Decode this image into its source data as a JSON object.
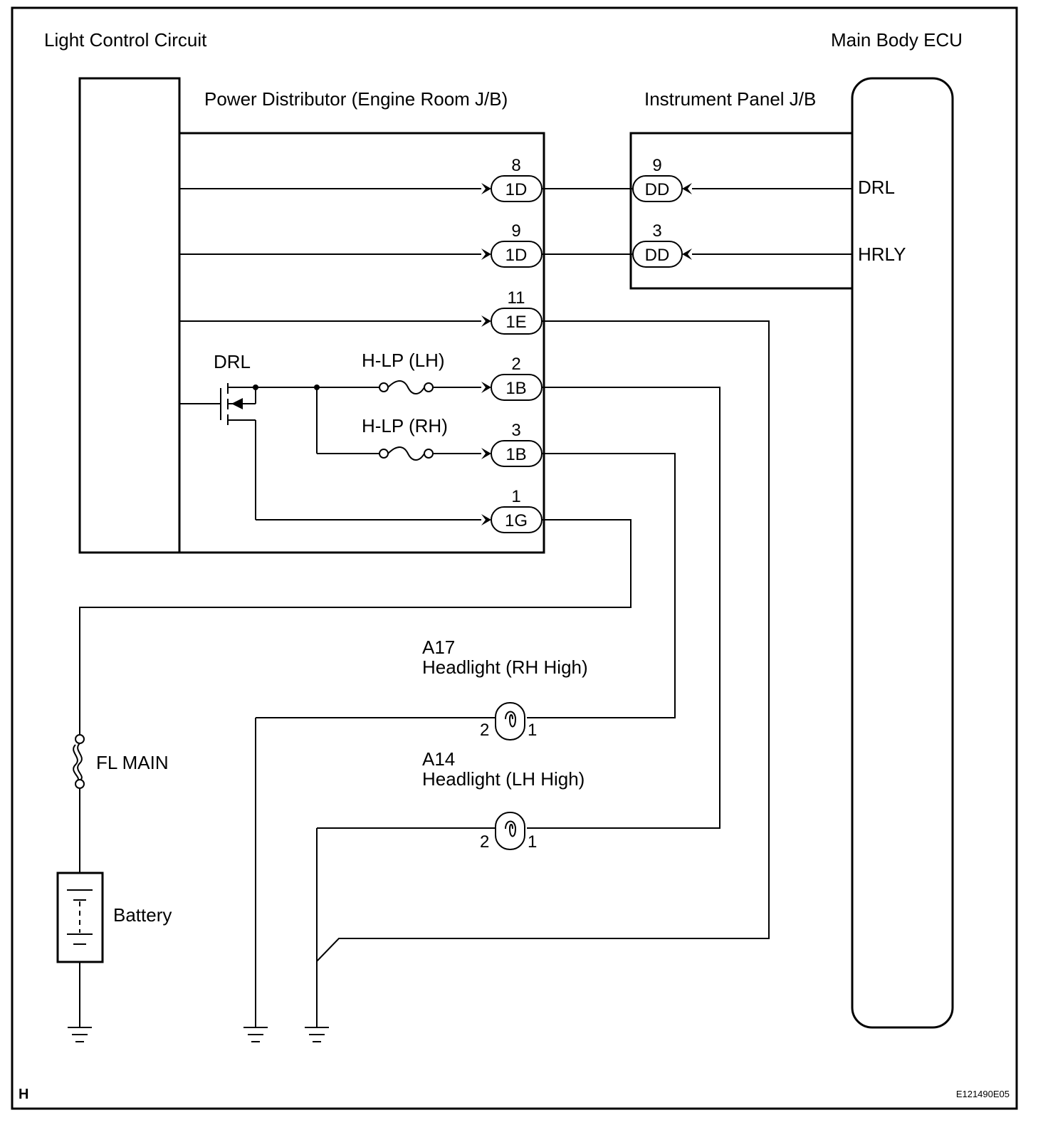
{
  "diagram": {
    "title": "Light Control Circuit",
    "ecu_label": "Main Body ECU",
    "power_distributor_label": "Power Distributor (Engine Room J/B)",
    "instrument_panel_label": "Instrument Panel J/B",
    "drl_relay_label": "DRL",
    "fuse_lh_label": "H-LP (LH)",
    "fuse_rh_label": "H-LP (RH)",
    "ecu_terminals": {
      "drl": "DRL",
      "hrly": "HRLY"
    },
    "pd_connectors": [
      {
        "pin": "8",
        "name": "1D"
      },
      {
        "pin": "9",
        "name": "1D"
      },
      {
        "pin": "11",
        "name": "1E"
      },
      {
        "pin": "2",
        "name": "1B"
      },
      {
        "pin": "3",
        "name": "1B"
      },
      {
        "pin": "1",
        "name": "1G"
      }
    ],
    "ip_connectors": [
      {
        "pin": "9",
        "name": "DD"
      },
      {
        "pin": "3",
        "name": "DD"
      }
    ],
    "headlight_rh": {
      "code": "A17",
      "name": "Headlight (RH High)",
      "pin_left": "2",
      "pin_right": "1"
    },
    "headlight_lh": {
      "code": "A14",
      "name": "Headlight (LH High)",
      "pin_left": "2",
      "pin_right": "1"
    },
    "fl_main_label": "FL MAIN",
    "battery_label": "Battery",
    "corner_letter": "H",
    "figure_code": "E121490E05"
  }
}
